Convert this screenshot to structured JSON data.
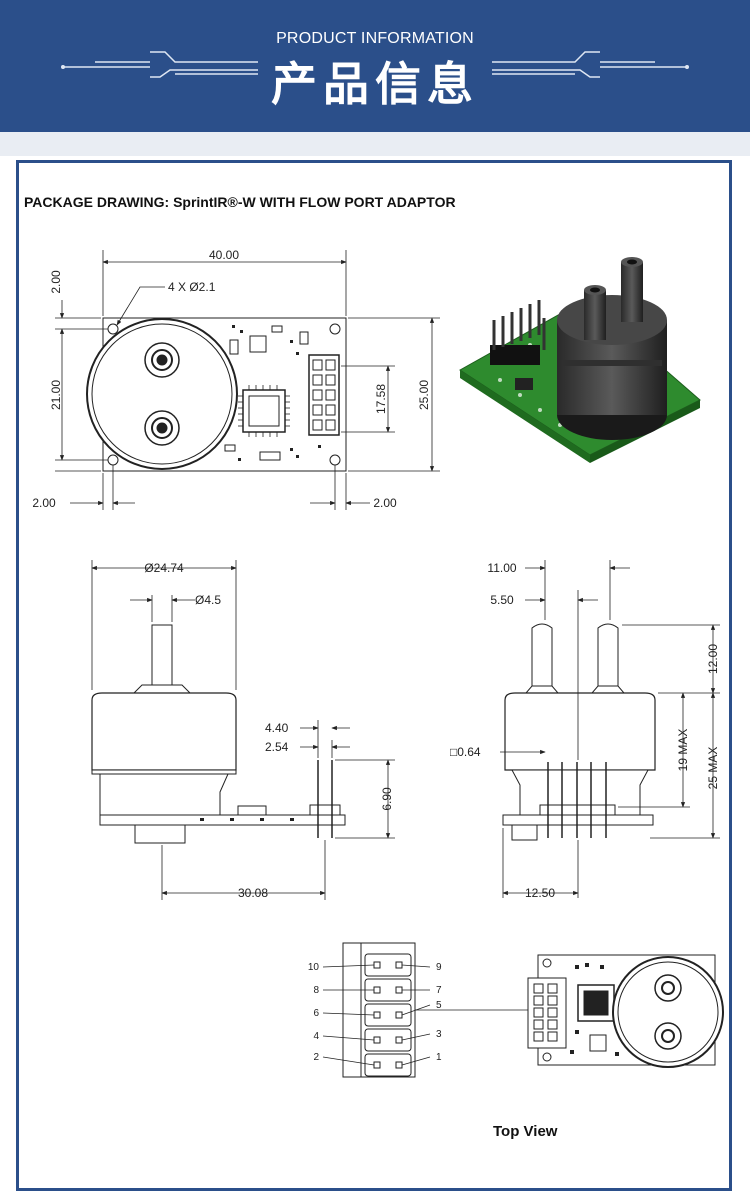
{
  "header": {
    "subtitle": "PRODUCT INFORMATION",
    "title": "产品信息"
  },
  "drawing": {
    "title": "PACKAGE DRAWING: SprintIR®-W WITH FLOW PORT ADAPTOR",
    "top_view": {
      "dimensions": {
        "width": "40.00",
        "top_margin": "2.00",
        "holes": "4 X Ø2.1",
        "hole_spacing": "21.00",
        "height": "25.00",
        "header_span": "17.58",
        "left_margin": "2.00",
        "right_margin": "2.00"
      }
    },
    "side_view": {
      "dimensions": {
        "body_diameter": "Ø24.74",
        "port_diameter": "Ø4.5",
        "pin_pitch_x": "4.40",
        "pin_pitch": "2.54",
        "pin_length": "6.90",
        "port_offset": "30.08"
      }
    },
    "front_view": {
      "dimensions": {
        "port_spacing": "11.00",
        "port_half": "5.50",
        "pin_size": "□0.64",
        "port_height": "12.00",
        "body_height": "19 MAX",
        "total_height": "25 MAX",
        "pin_offset": "12.50"
      }
    },
    "pinout": {
      "left_pins": [
        "10",
        "8",
        "6",
        "4",
        "2"
      ],
      "right_pins": [
        "9",
        "7",
        "5",
        "3",
        "1"
      ],
      "caption": "Top View"
    }
  }
}
